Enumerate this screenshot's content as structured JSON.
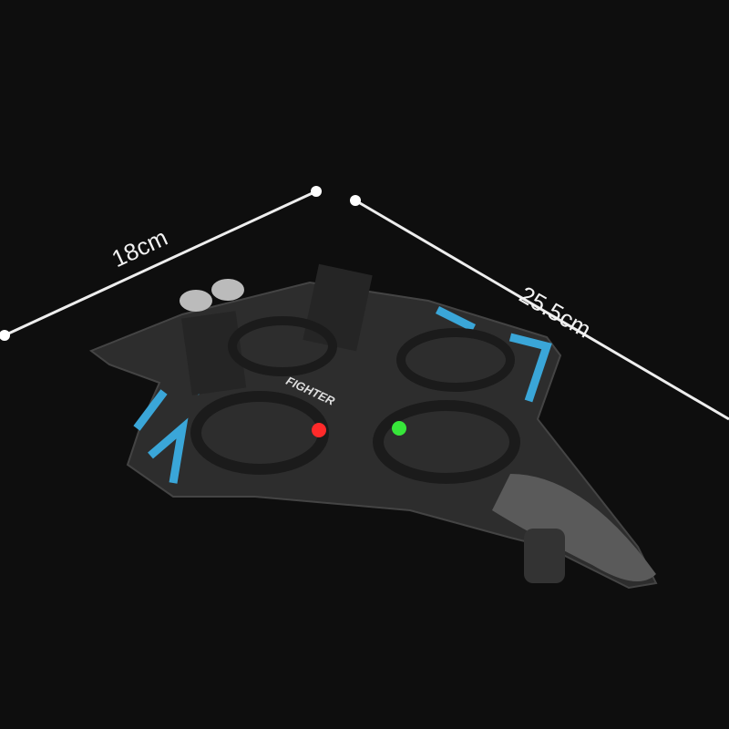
{
  "dimensions": {
    "width_label": "18cm",
    "length_label": "25.5cm"
  },
  "product": {
    "marking": "FIGHTER",
    "accent_color": "#3aa6d8",
    "body_color": "#2e2e2e",
    "left_led_color": "#ff2a2a",
    "right_led_color": "#37e63a"
  }
}
